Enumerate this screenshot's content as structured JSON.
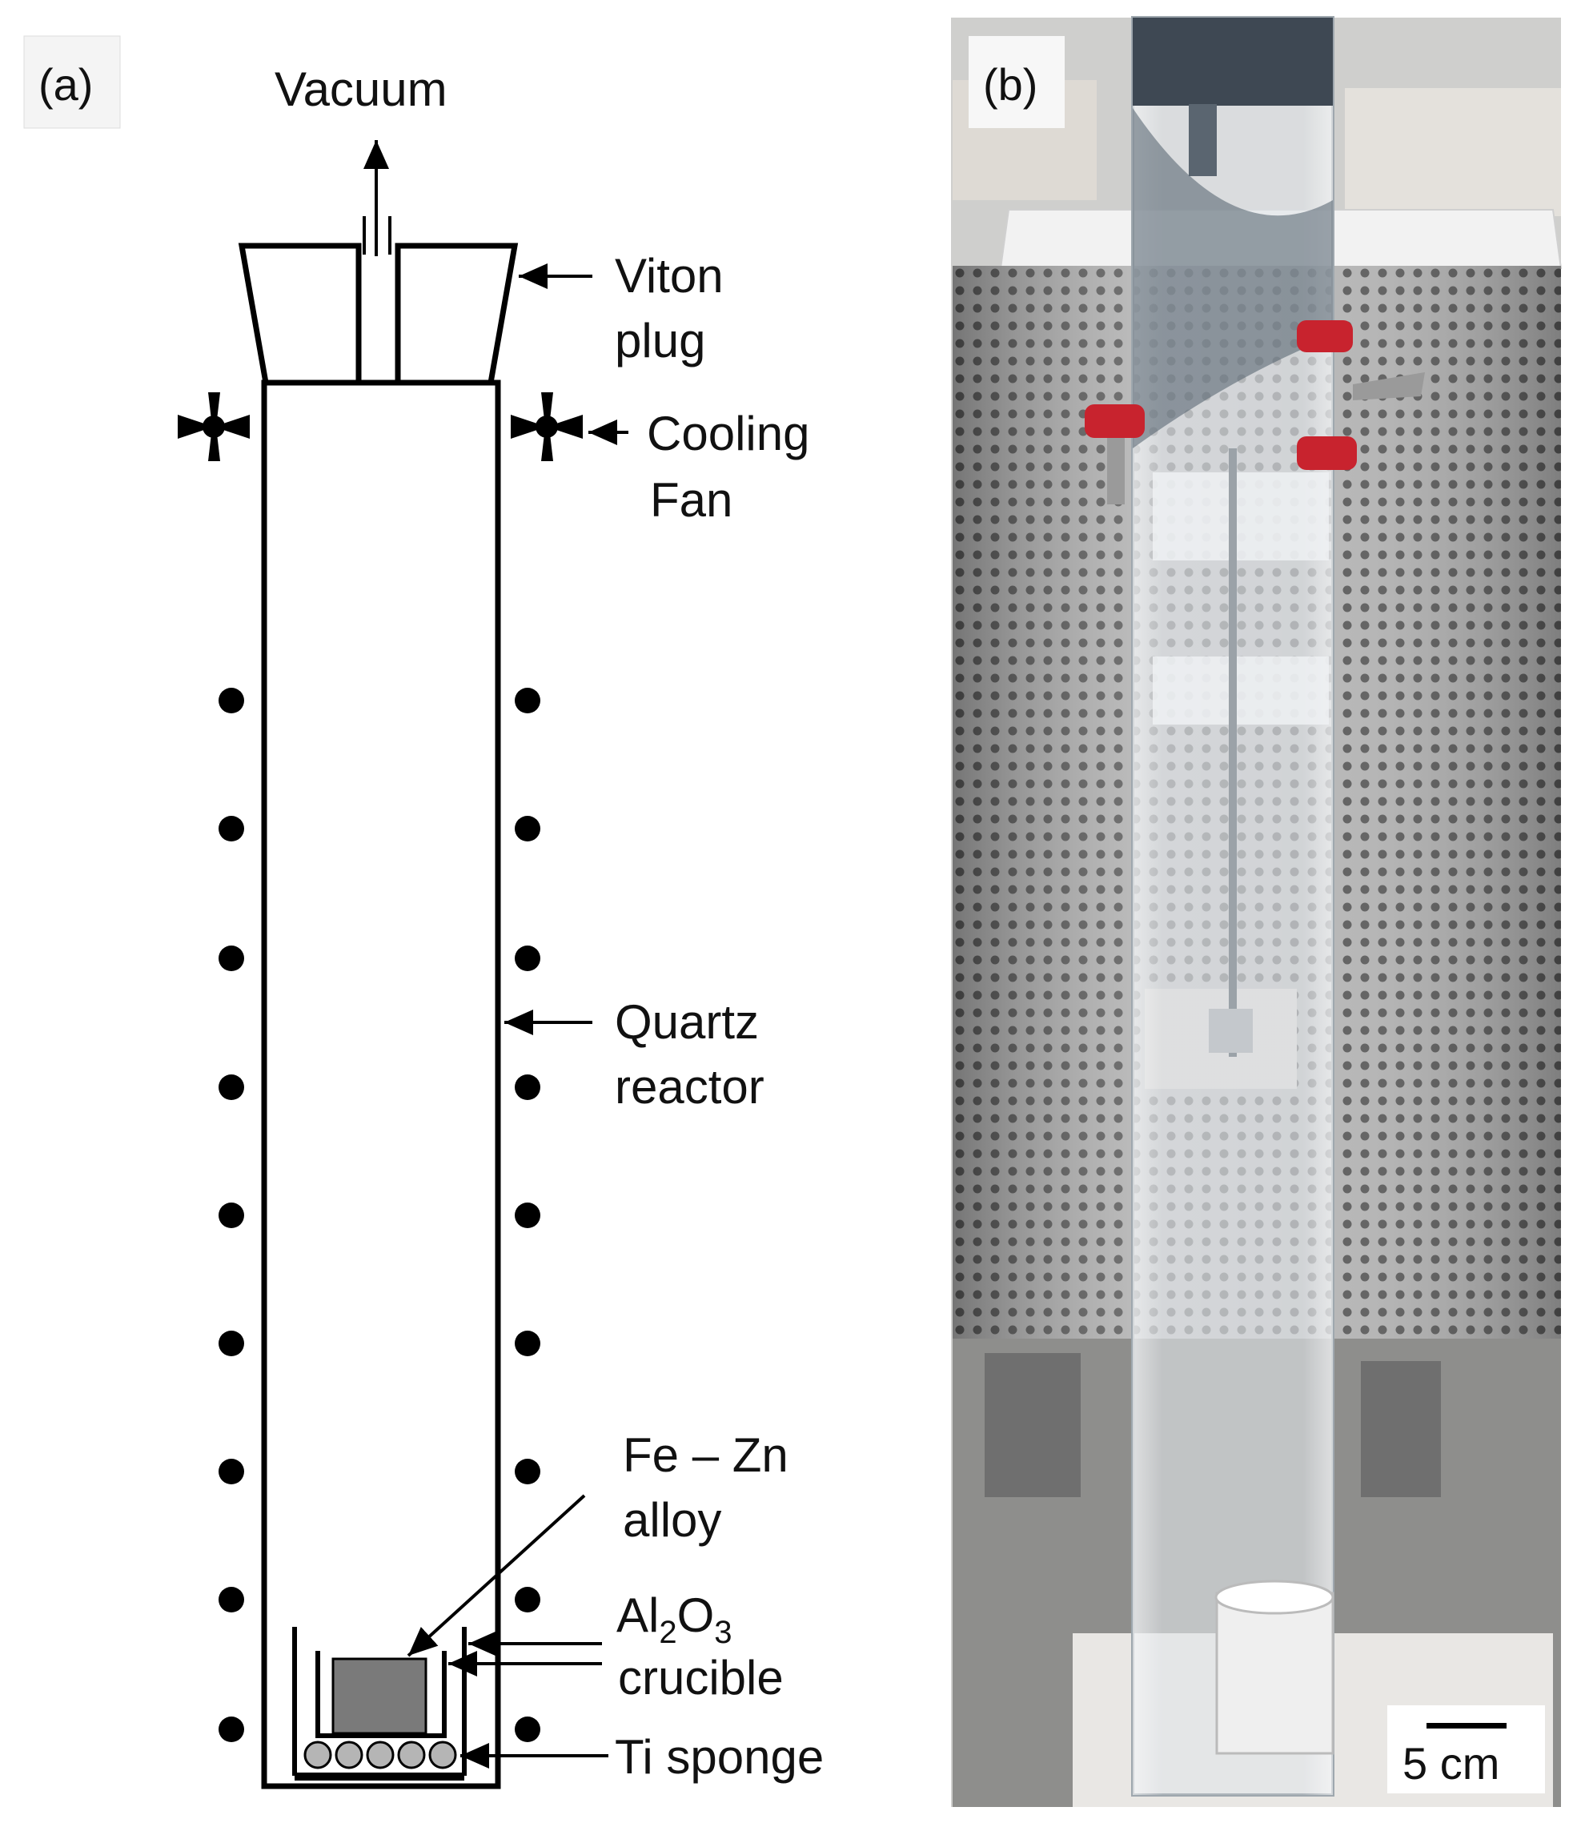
{
  "panel_a": {
    "tag": "(a)",
    "labels": {
      "vacuum": "Vacuum",
      "viton_1": "Viton",
      "viton_2": "plug",
      "fan_1": "Cooling",
      "fan_2": "Fan",
      "quartz_1": "Quartz",
      "quartz_2": "reactor",
      "alloy_1": "Fe – Zn",
      "alloy_2": "alloy",
      "crucible_al": "Al",
      "crucible_sub1": "2",
      "crucible_o": "O",
      "crucible_sub2": "3",
      "crucible_2": "crucible",
      "sponge": "Ti sponge"
    }
  },
  "panel_b": {
    "tag": "(b)",
    "scale_label": "5 cm"
  },
  "colors": {
    "line": "#000000",
    "alloy_fill": "#7a7a7a",
    "sponge_fill": "#b5b5b5",
    "furnace": "#a9a9a9"
  }
}
